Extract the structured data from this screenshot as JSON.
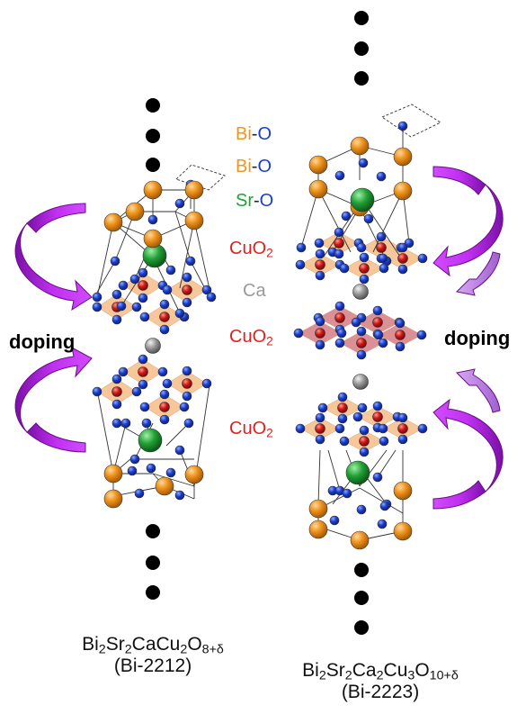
{
  "layers": {
    "bio1": {
      "el1": "Bi",
      "dash": "-",
      "el2": "O"
    },
    "bio2": {
      "el1": "Bi",
      "dash": "-",
      "el2": "O"
    },
    "sro": {
      "el1": "Sr",
      "dash": "-",
      "el2": "O"
    },
    "cuo2": {
      "base": "CuO",
      "sub": "2"
    },
    "ca": "Ca"
  },
  "doping_label": "doping",
  "compound_2212": {
    "formula": [
      {
        "t": "Bi",
        "s": "2"
      },
      {
        "t": "Sr",
        "s": "2"
      },
      {
        "t": "CaCu",
        "s": "2"
      },
      {
        "t": "O",
        "s": "8+δ"
      }
    ],
    "name": "(Bi-2212)"
  },
  "compound_2223": {
    "formula": [
      {
        "t": "Bi",
        "s": "2"
      },
      {
        "t": "Sr",
        "s": "2"
      },
      {
        "t": "Ca",
        "s": "2"
      },
      {
        "t": "Cu",
        "s": "3"
      },
      {
        "t": "O",
        "s": "10+δ"
      }
    ],
    "name": "(Bi-2223)"
  },
  "colors": {
    "bi": "#f0961e",
    "oxygen": "#1a3fcf",
    "sr": "#23a036",
    "cu": "#d01818",
    "ca": "#9a9a9a",
    "cuo2_plane": "#f7c290",
    "inner_plane": "#d8848a",
    "arrow_dark": "#b81ee6",
    "arrow_light": "#c78ae8",
    "label_red": "#e02020"
  }
}
